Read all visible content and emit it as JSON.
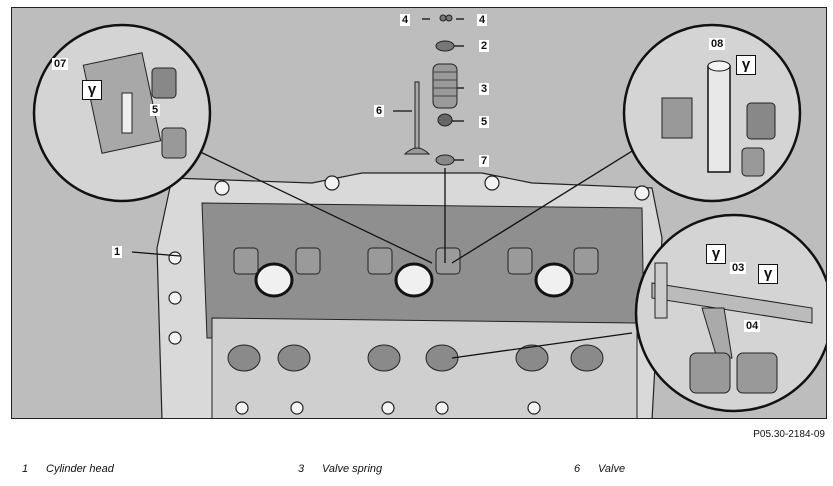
{
  "callouts": {
    "c4a": "4",
    "c4b": "4",
    "c2": "2",
    "c3": "3",
    "c6": "6",
    "c5": "5",
    "c7": "7",
    "c1": "1",
    "c07": "07",
    "c5inset": "5",
    "c08": "08",
    "c03": "03",
    "c04": "04"
  },
  "tool_icons": {
    "icon_glyph": "γ",
    "icon_name": "special-tool-icon"
  },
  "reference_code": "P05.30-2184-09",
  "legend": [
    {
      "number": "1",
      "label": "Cylinder head"
    },
    {
      "number": "3",
      "label": "Valve spring"
    },
    {
      "number": "6",
      "label": "Valve"
    }
  ]
}
